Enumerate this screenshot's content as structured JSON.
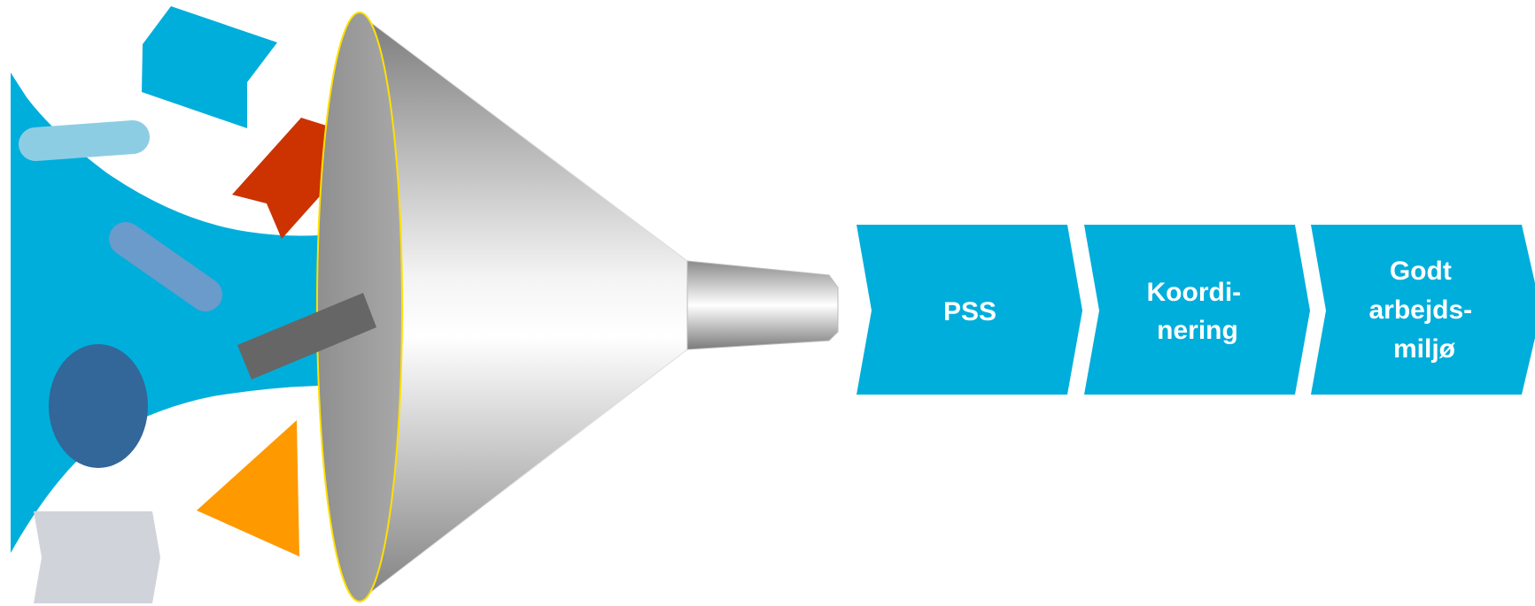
{
  "colors": {
    "cyan": "#00AEDB",
    "light_blue": "#8DCDE4",
    "steel_blue": "#6A9BCB",
    "navy": "#336699",
    "red": "#CC3300",
    "gray_bar": "#666666",
    "orange": "#FF9900",
    "silver": "#D0D3D9",
    "funnel_rim": "#FFE000",
    "step_fill": "#00AEDB",
    "step_text": "#FFFFFF"
  },
  "funnel": {
    "icon": "funnel-icon"
  },
  "steps": [
    {
      "lines": [
        "PSS"
      ]
    },
    {
      "lines": [
        "Koordi-",
        "nering"
      ]
    },
    {
      "lines": [
        "Godt",
        "arbejds-",
        "miljø"
      ]
    }
  ]
}
